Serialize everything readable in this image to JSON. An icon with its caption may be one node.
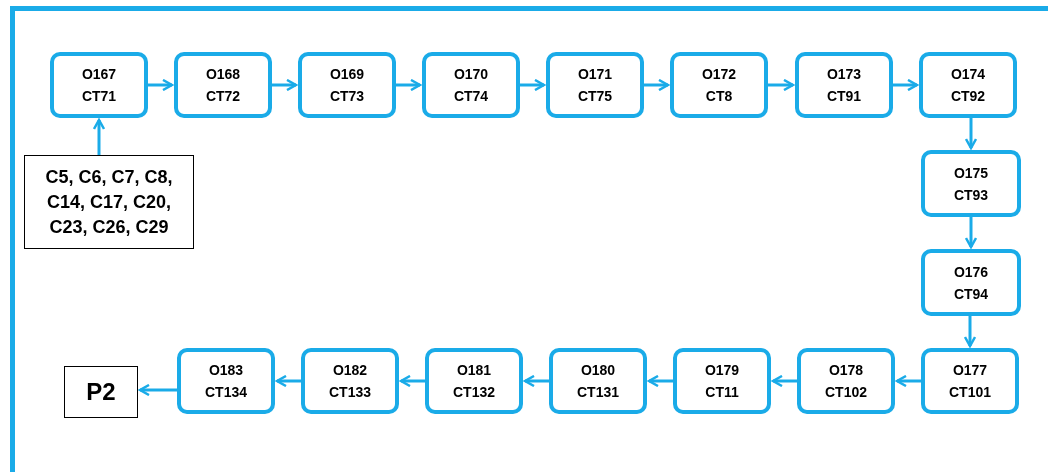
{
  "diagram": {
    "nodes": [
      {
        "text": [
          "C5, C6, C7, C8, C14, C17, C20, C23, C26, C29"
        ]
      },
      {
        "text": [
          "O167",
          "CT71"
        ]
      },
      {
        "text": [
          "O168",
          "CT72"
        ]
      },
      {
        "text": [
          "O169",
          "CT73"
        ]
      },
      {
        "text": [
          "O170",
          "CT74"
        ]
      },
      {
        "text": [
          "O171",
          "CT75"
        ]
      },
      {
        "text": [
          "O172",
          "CT8"
        ]
      },
      {
        "text": [
          "O173",
          "CT91"
        ]
      },
      {
        "text": [
          "O174",
          "CT92"
        ]
      },
      {
        "text": [
          "O175",
          "CT93"
        ]
      },
      {
        "text": [
          "O176",
          "CT94"
        ]
      },
      {
        "text": [
          "O177",
          "CT101"
        ]
      },
      {
        "text": [
          "O178",
          "CT102"
        ]
      },
      {
        "text": [
          "O179",
          "CT11"
        ]
      },
      {
        "text": [
          "O180",
          "CT131"
        ]
      },
      {
        "text": [
          "O181",
          "CT132"
        ]
      },
      {
        "text": [
          "O182",
          "CT133"
        ]
      },
      {
        "text": [
          "O183",
          "CT134"
        ]
      },
      {
        "text": [
          "P2"
        ]
      }
    ],
    "edges": [
      {
        "from": 0,
        "to": 1,
        "arrow": "to"
      },
      {
        "from": 1,
        "to": 2,
        "arrow": "to"
      },
      {
        "from": 2,
        "to": 3,
        "arrow": "to"
      },
      {
        "from": 3,
        "to": 4,
        "arrow": "to"
      },
      {
        "from": 4,
        "to": 5,
        "arrow": "to"
      },
      {
        "from": 5,
        "to": 6,
        "arrow": "to"
      },
      {
        "from": 6,
        "to": 7,
        "arrow": "to"
      },
      {
        "from": 7,
        "to": 8,
        "arrow": "to"
      },
      {
        "from": 8,
        "to": 9,
        "arrow": "to"
      },
      {
        "from": 9,
        "to": 10,
        "arrow": "to"
      },
      {
        "from": 10,
        "to": 11,
        "arrow": "to"
      },
      {
        "from": 11,
        "to": 12,
        "arrow": "to"
      },
      {
        "from": 12,
        "to": 13,
        "arrow": "to"
      },
      {
        "from": 13,
        "to": 14,
        "arrow": "to"
      },
      {
        "from": 14,
        "to": 15,
        "arrow": "to"
      },
      {
        "from": 15,
        "to": 16,
        "arrow": "to"
      },
      {
        "from": 16,
        "to": 17,
        "arrow": "to"
      },
      {
        "from": 17,
        "to": 18,
        "arrow": "to"
      }
    ]
  }
}
